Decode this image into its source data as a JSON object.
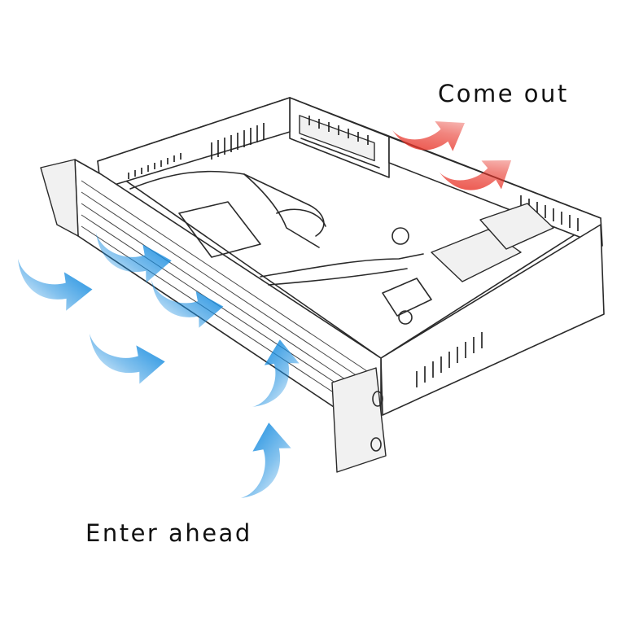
{
  "labels": {
    "outlet": "Come out",
    "inlet": "Enter ahead"
  },
  "colors": {
    "outlet_arrow": "#e8352a",
    "inlet_arrow": "#1d8fe0",
    "line_art": "#2a2a2a"
  },
  "arrows": {
    "outlet_count": "2",
    "inlet_count": "6"
  }
}
